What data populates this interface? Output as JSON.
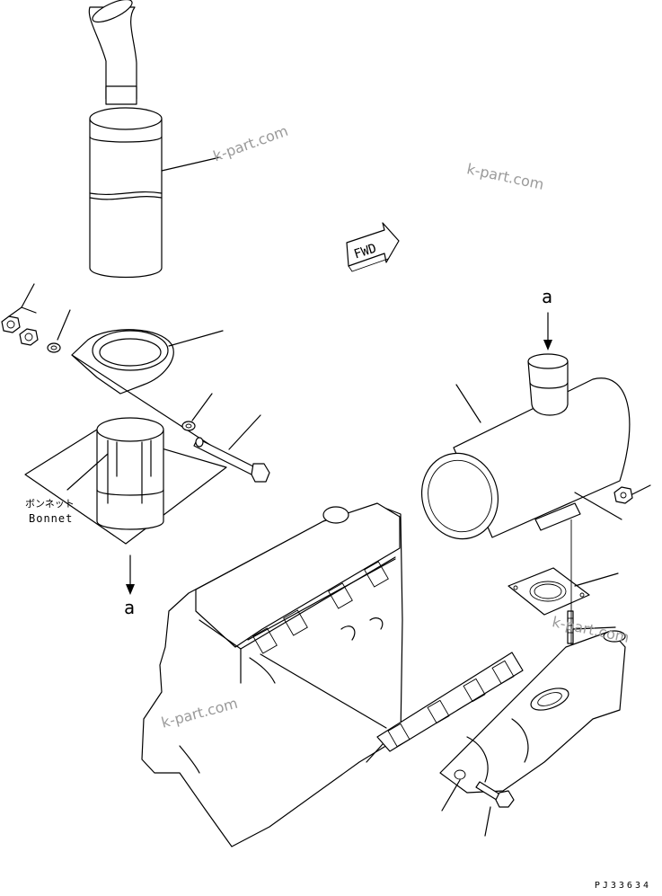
{
  "labels": {
    "direction": "FWD",
    "ref_a_top": "a",
    "ref_a_bottom": "a",
    "bonnet_jp": "ボンネット",
    "bonnet_en": "Bonnet"
  },
  "watermark": "k-part.com",
  "drawing_code": "PJ33634"
}
